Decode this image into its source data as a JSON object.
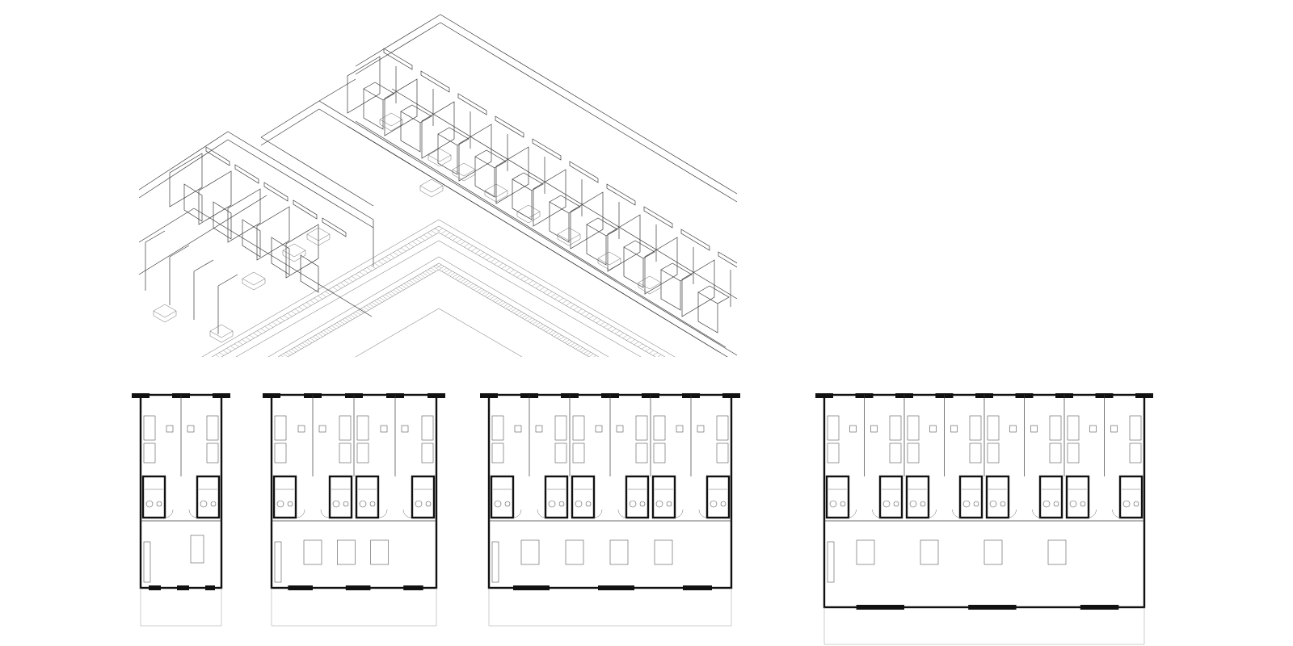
{
  "plans": [
    {
      "id": "plan-a",
      "units": 2,
      "layout": "two-unit-module"
    },
    {
      "id": "plan-b",
      "units": 4,
      "layout": "four-unit-module"
    },
    {
      "id": "plan-c",
      "units": 6,
      "layout": "six-unit-module"
    },
    {
      "id": "plan-d",
      "units": 8,
      "layout": "eight-unit-module"
    }
  ],
  "colors": {
    "wall": "#111111",
    "line": "#3a3a3a",
    "background": "#ffffff"
  }
}
